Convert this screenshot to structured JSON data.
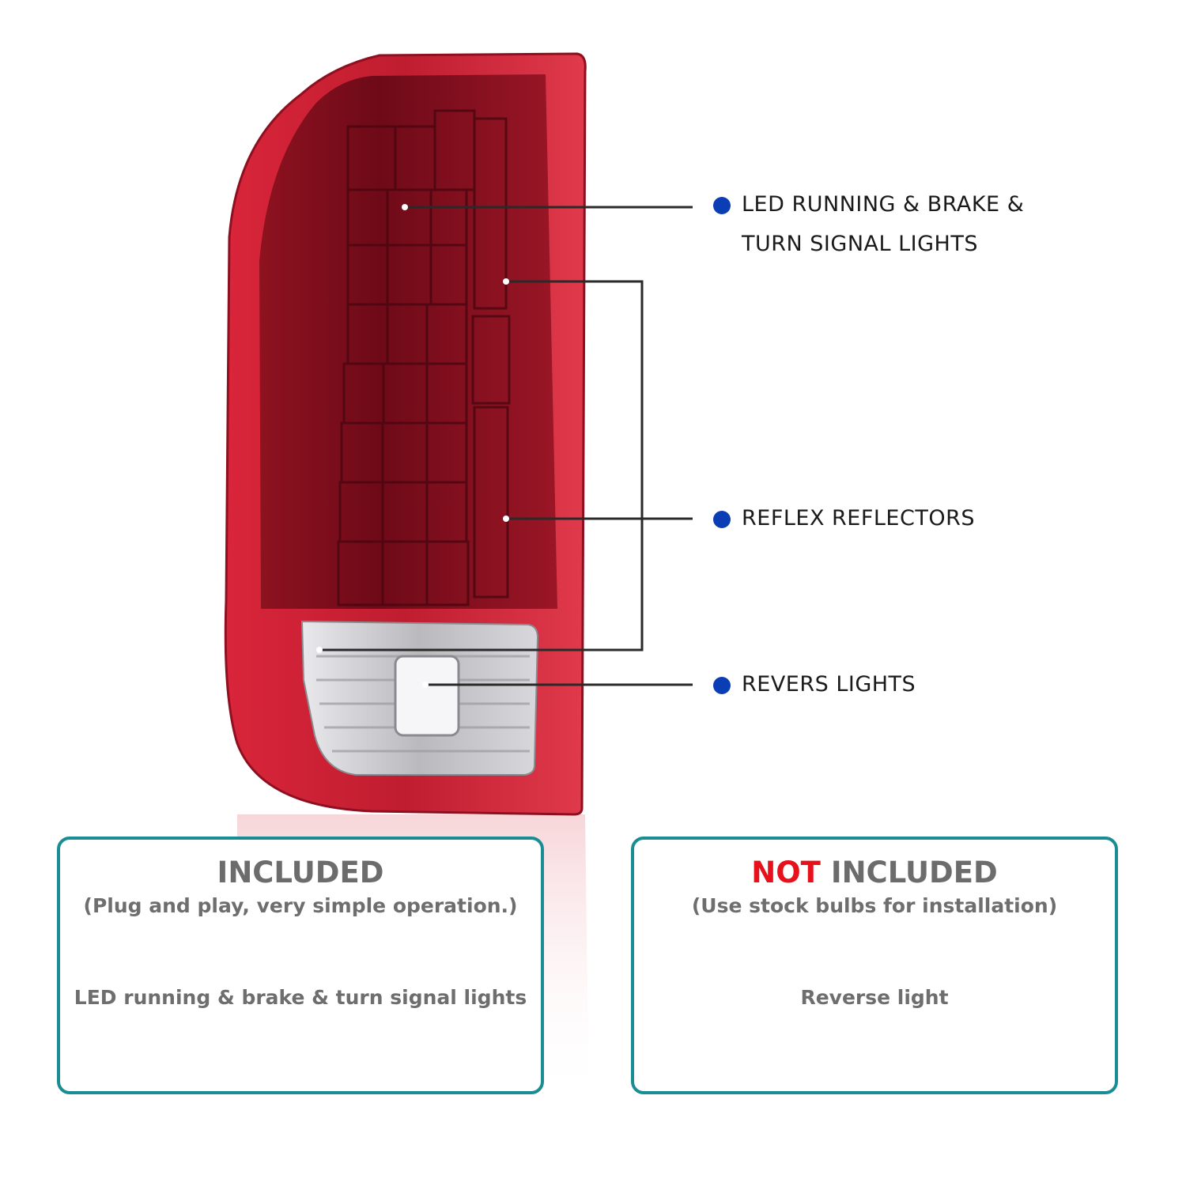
{
  "colors": {
    "bullet": "#0b3eb5",
    "box_border": "#1a8c93",
    "not_accent": "#e8101a",
    "lamp_red": "#b8192c",
    "leader_line": "#2a2a2a"
  },
  "callouts": [
    {
      "icon": "bullet-dot-icon",
      "label": "LED RUNNING & BRAKE &\nTURN SIGNAL LIGHTS"
    },
    {
      "icon": "bullet-dot-icon",
      "label": "REFLEX REFLECTORS"
    },
    {
      "icon": "bullet-dot-icon",
      "label": "REVERS LIGHTS"
    }
  ],
  "included": {
    "title": "INCLUDED",
    "subtitle": "(Plug and play, very simple operation.)",
    "item": "LED running & brake & turn signal lights"
  },
  "not_included": {
    "title_accent": "NOT",
    "title_rest": " INCLUDED",
    "subtitle": "(Use stock bulbs for installation)",
    "item": "Reverse light"
  }
}
